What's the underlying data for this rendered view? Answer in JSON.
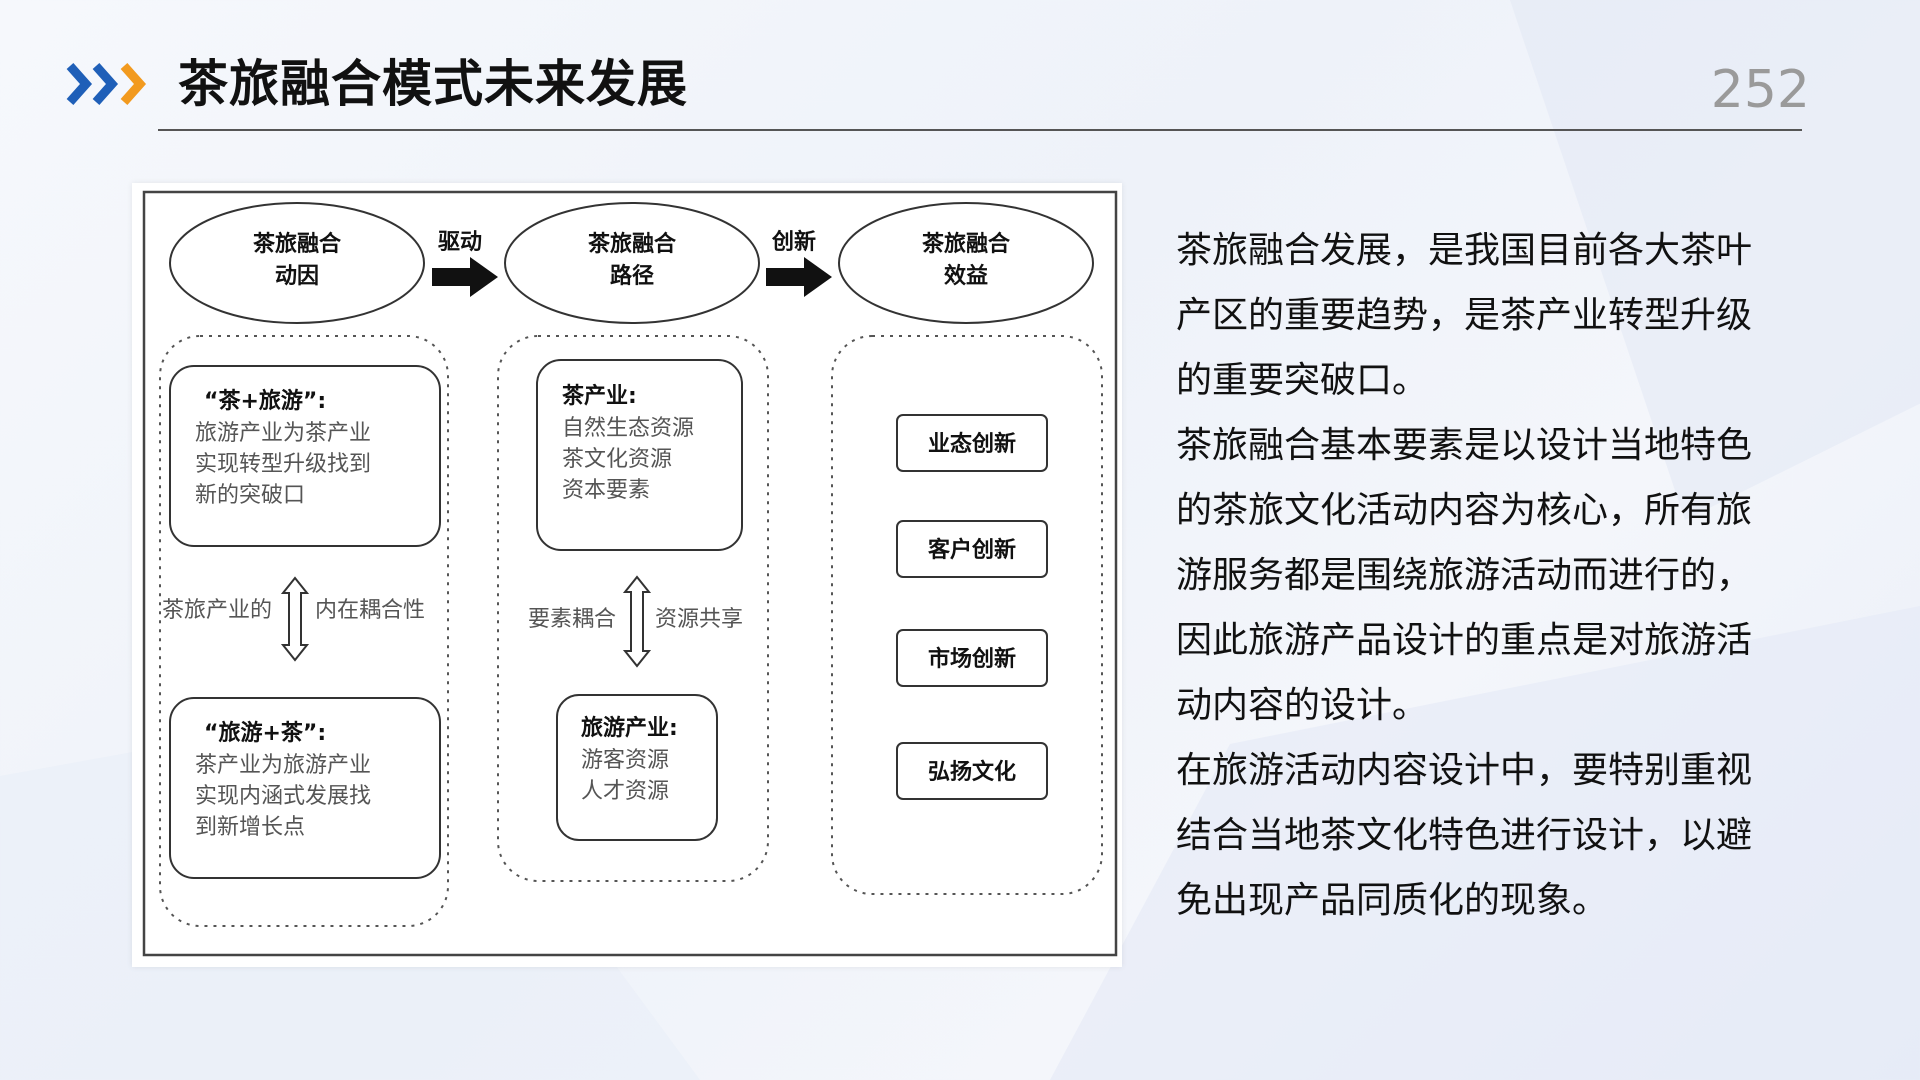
{
  "header": {
    "title": "茶旅融合模式未来发展",
    "page_number": "252",
    "colors": {
      "chevron_blue": "#1f5fb8",
      "chevron_orange": "#f29a1f"
    }
  },
  "diagram": {
    "ellipses": [
      {
        "line1": "茶旅融合",
        "line2": "动因"
      },
      {
        "line1": "茶旅融合",
        "line2": "路径"
      },
      {
        "line1": "茶旅融合",
        "line2": "效益"
      }
    ],
    "arrow_labels": [
      "驱动",
      "创新"
    ],
    "left_column": {
      "top_box": {
        "heading": "“茶+旅游”:",
        "lines": [
          "旅游产业为茶产业",
          "实现转型升级找到",
          "新的突破口"
        ]
      },
      "connector": {
        "left": "茶旅产业的",
        "right": "内在耦合性"
      },
      "bottom_box": {
        "heading": "“旅游+茶”:",
        "lines": [
          "茶产业为旅游产业",
          "实现内涵式发展找",
          "到新增长点"
        ]
      }
    },
    "middle_column": {
      "top_box": {
        "heading": "茶产业:",
        "lines": [
          "自然生态资源",
          "茶文化资源",
          "资本要素"
        ]
      },
      "connector": {
        "left": "要素耦合",
        "right": "资源共享"
      },
      "bottom_box": {
        "heading": "旅游产业:",
        "lines": [
          "游客资源",
          "人才资源"
        ]
      }
    },
    "right_column": {
      "items": [
        "业态创新",
        "客户创新",
        "市场创新",
        "弘扬文化"
      ]
    }
  },
  "body": {
    "paragraphs": [
      "茶旅融合发展，是我国目前各大茶叶产区的重要趋势，是茶产业转型升级的重要突破口。",
      "茶旅融合基本要素是以设计当地特色的茶旅文化活动内容为核心，所有旅游服务都是围绕旅游活动而进行的，因此旅游产品设计的重点是对旅游活动内容的设计。",
      "在旅游活动内容设计中，要特别重视结合当地茶文化特色进行设计，以避免出现产品同质化的现象。"
    ]
  }
}
